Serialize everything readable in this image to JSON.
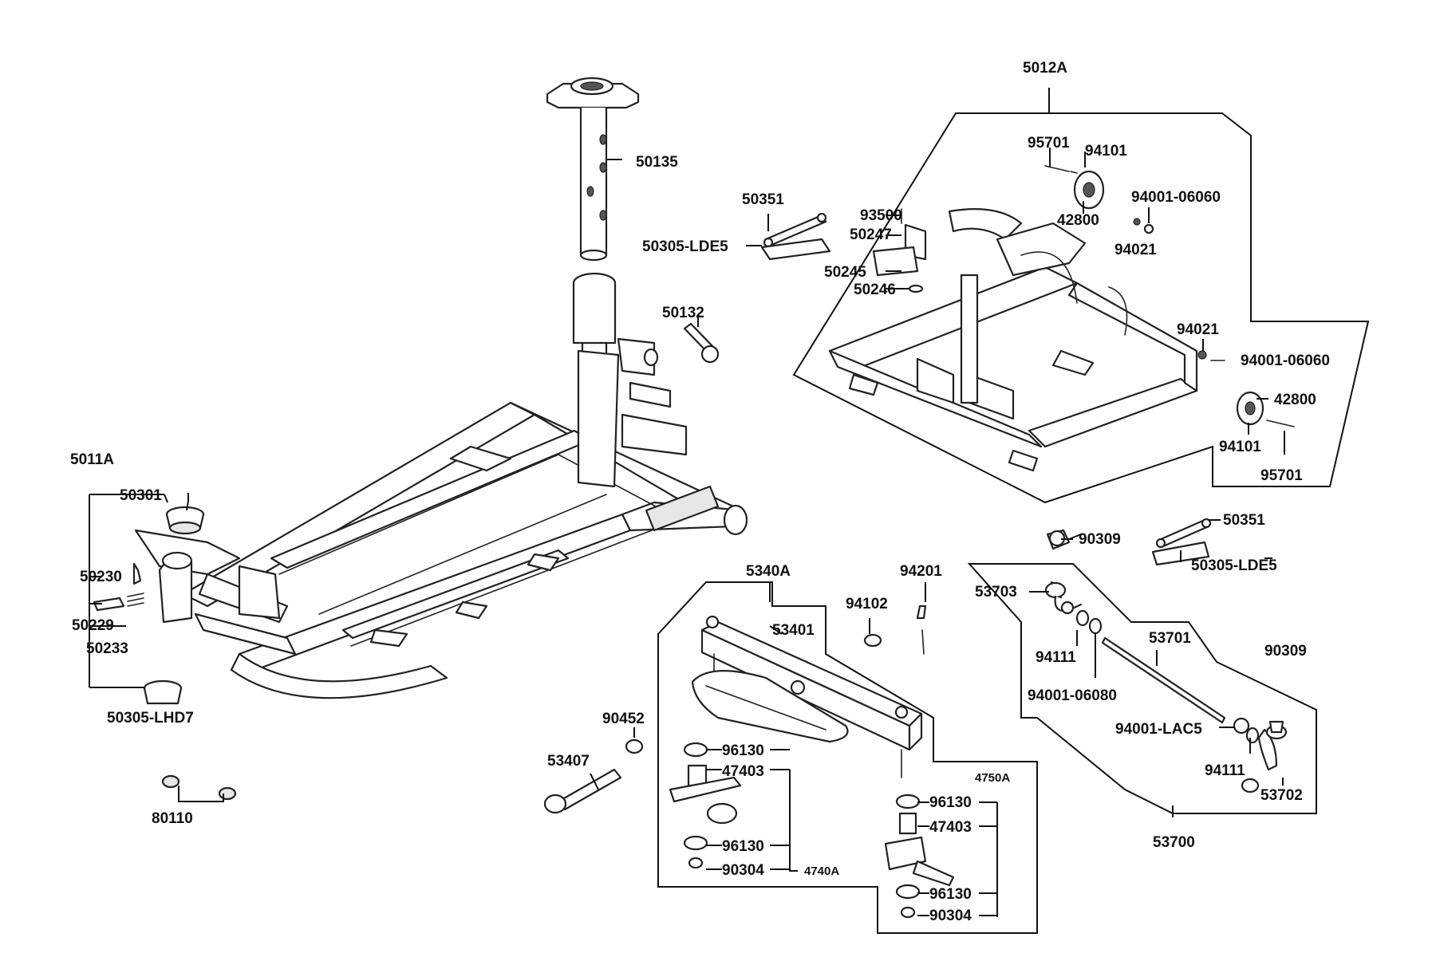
{
  "labels": {
    "l_50135": "50135",
    "l_50132": "50132",
    "l_5011A": "5011A",
    "l_50301": "50301",
    "l_50230": "50230",
    "l_50229": "50229",
    "l_50233": "50233",
    "l_50305LHD7": "50305-LHD7",
    "l_80110": "80110",
    "l_5012A": "5012A",
    "l_50351a": "50351",
    "l_50305LDE5a": "50305-LDE5",
    "l_93500": "93500",
    "l_50247": "50247",
    "l_50245": "50245",
    "l_50246": "50246",
    "l_95701a": "95701",
    "l_94101a": "94101",
    "l_42800a": "42800",
    "l_9400106060a": "94001-06060",
    "l_94021a": "94021",
    "l_94021b": "94021",
    "l_9400106060b": "94001-06060",
    "l_42800b": "42800",
    "l_94101b": "94101",
    "l_95701b": "95701",
    "l_90309a": "90309",
    "l_50351b": "50351",
    "l_50305LDE5b": "50305-LDE5",
    "l_94201": "94201",
    "l_5340A": "5340A",
    "l_94102": "94102",
    "l_53401": "53401",
    "l_90452": "90452",
    "l_53407": "53407",
    "l_96130a": "96130",
    "l_47403a": "47403",
    "l_96130b": "96130",
    "l_90304a": "90304",
    "l_4740A": "4740A",
    "l_4750A": "4750A",
    "l_96130c": "96130",
    "l_47403b": "47403",
    "l_96130d": "96130",
    "l_90304b": "90304",
    "l_53703": "53703",
    "l_94111a": "94111",
    "l_9400106080": "94001-06080",
    "l_53701": "53701",
    "l_90309b": "90309",
    "l_94001LAC5": "94001-LAC5",
    "l_94111b": "94111",
    "l_53702": "53702",
    "l_53700": "53700"
  }
}
